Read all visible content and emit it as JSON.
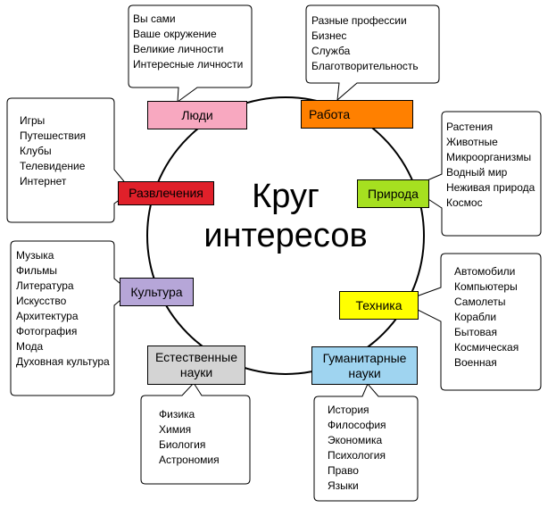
{
  "center": {
    "line1": "Круг",
    "line2": "интересов"
  },
  "colors": {
    "people": "#f8a8c0",
    "work": "#ff8000",
    "nature": "#a6e020",
    "tech": "#ffff00",
    "humanities": "#9fd4f0",
    "natural_sci": "#d4d4d4",
    "culture": "#b6a6d8",
    "entertainment": "#e0202a"
  },
  "nodes": {
    "people": {
      "label": "Люди"
    },
    "work": {
      "label": "Работа"
    },
    "nature": {
      "label": "Природа"
    },
    "tech": {
      "label": "Техника"
    },
    "humanities": {
      "line1": "Гуманитарные",
      "line2": "науки"
    },
    "natural_sci": {
      "line1": "Естественные",
      "line2": "науки"
    },
    "culture": {
      "label": "Культура"
    },
    "entertainment": {
      "label": "Развлечения"
    }
  },
  "callouts": {
    "people": [
      "Вы сами",
      "Ваше окружение",
      "Великие личности",
      "Интересные личности"
    ],
    "work": [
      "Разные профессии",
      "Бизнес",
      "Служба",
      "Благотворительность"
    ],
    "nature": [
      "Растения",
      "Животные",
      "Микроорганизмы",
      "Водный мир",
      "Неживая природа",
      "Космос"
    ],
    "tech": [
      "Автомобили",
      "Компьютеры",
      "Самолеты",
      "Корабли",
      "Бытовая",
      "Космическая",
      "Военная"
    ],
    "humanities": [
      "История",
      "Философия",
      "Экономика",
      "Психология",
      "Право",
      "Языки"
    ],
    "natural_sci": [
      "Физика",
      "Химия",
      "Биология",
      "Астрономия"
    ],
    "culture": [
      "Музыка",
      "Фильмы",
      "Литература",
      "Искусство",
      "Архитектура",
      "Фотография",
      "Мода",
      "Духовная культура"
    ],
    "entertainment": [
      "Игры",
      "Путешествия",
      "Клубы",
      "Телевидение",
      "Интернет"
    ]
  }
}
